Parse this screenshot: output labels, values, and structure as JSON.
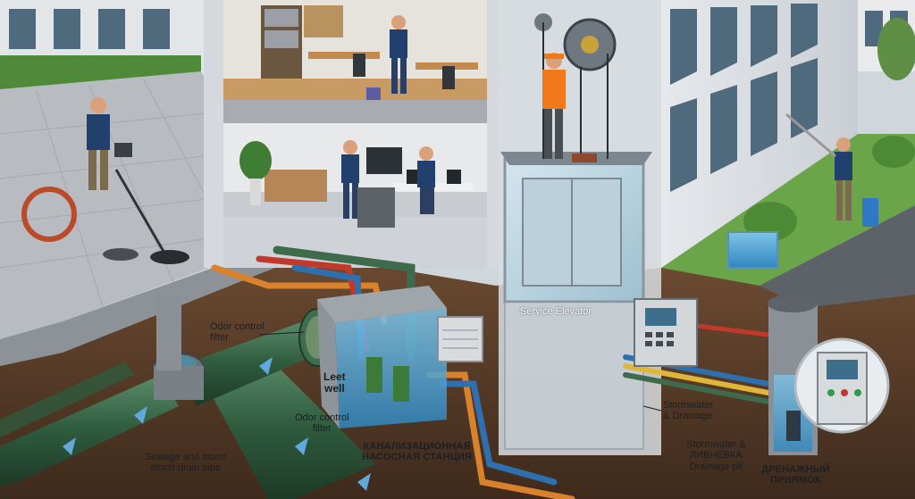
{
  "labels": {
    "odor_control_filter_top": "Odor control\nfilter",
    "leet_well": "Leet\nwell",
    "odor_control_filter_bottom": "Odor control\nfilter",
    "sewage_storm_pipe": "Sewage and storm\nstorm drain pipe",
    "pump_station_ru": "КАНАЛИЗАЦИОННАЯ\nНАСОСНАЯ СТАНЦИЯ",
    "service_elevator": "Service Elevator",
    "stormwater_drainage_right": "Stormwater\n& Drainage",
    "stormwater_drainage_pit": "Stormwater &\nЛИВНЕВКА\nDrainage pit",
    "drainage_pit_ru": "ДРЕНАЖНЫЙ\nПРИЯМОК"
  },
  "colors": {
    "sky": "#cfd6dc",
    "soil": "#5a3f2b",
    "pipe_green": "#3d6b4c",
    "pipe_red": "#c0392b",
    "pipe_blue": "#2e6fb0",
    "pipe_orange": "#d9822b",
    "pipe_yellow": "#e0b63a",
    "worker_shirt": "#21406e",
    "safety_vest": "#f07a1a",
    "glass": "#b9d3e0",
    "grass": "#5e9a3f"
  }
}
